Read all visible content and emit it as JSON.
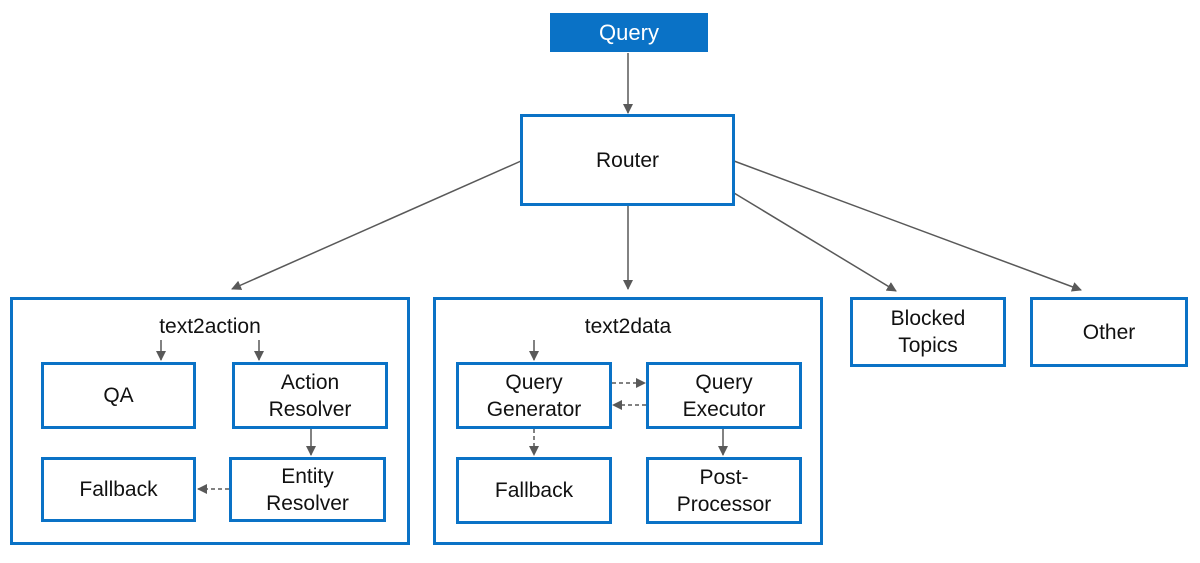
{
  "colors": {
    "accent": "#0a72c6",
    "arrow": "#595959",
    "text": "#111111",
    "background": "#ffffff"
  },
  "query": "Query",
  "router": "Router",
  "text2action": {
    "title": "text2action",
    "qa": "QA",
    "action_resolver": "Action\nResolver",
    "fallback": "Fallback",
    "entity_resolver": "Entity\nResolver"
  },
  "text2data": {
    "title": "text2data",
    "query_generator": "Query\nGenerator",
    "query_executor": "Query\nExecutor",
    "fallback": "Fallback",
    "post_processor": "Post-\nProcessor"
  },
  "blocked_topics": "Blocked\nTopics",
  "other": "Other"
}
